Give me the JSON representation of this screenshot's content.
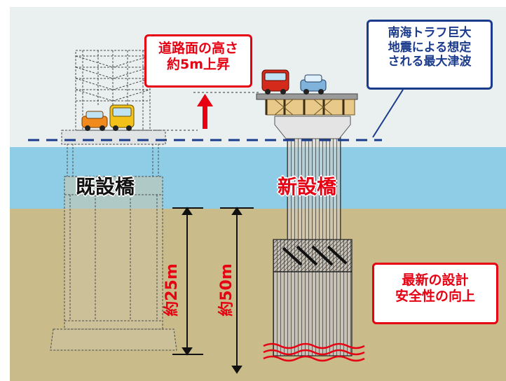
{
  "callouts": {
    "road_height": {
      "line1": "道路面の高さ",
      "line2": "約5m上昇"
    },
    "tsunami": {
      "line1": "南海トラフ巨大",
      "line2": "地震による想定",
      "line3": "される最大津波"
    },
    "design": {
      "line1": "最新の設計",
      "line2": "安全性の向上"
    }
  },
  "labels": {
    "existing_bridge": "既設橋",
    "new_bridge": "新設橋",
    "depth_existing": "約25m",
    "depth_new": "約50m"
  },
  "colors": {
    "sky": "#e9f0ef",
    "water": "#8fcde6",
    "ground": "#c9bb8a",
    "accent_red": "#e60012",
    "accent_blue": "#1a3a8c"
  },
  "icons": [
    "up-arrow-icon",
    "orange-car-icon",
    "yellow-bus-icon",
    "red-truck-icon",
    "blue-car-icon"
  ]
}
